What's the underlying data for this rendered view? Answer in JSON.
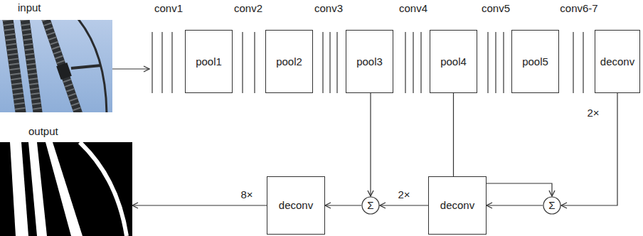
{
  "diagram": {
    "nodes": [
      {
        "text": [
          "input"
        ]
      },
      {
        "text": [
          "pool1"
        ]
      },
      {
        "text": [
          "pool2"
        ]
      },
      {
        "text": [
          "pool3"
        ]
      },
      {
        "text": [
          "pool4"
        ]
      },
      {
        "text": [
          "pool5"
        ]
      },
      {
        "text": [
          "deconv"
        ]
      },
      {
        "text": [
          "output"
        ]
      },
      {
        "text": [
          "deconv"
        ]
      },
      {
        "text": [
          "Σ"
        ]
      },
      {
        "text": [
          "deconv"
        ]
      },
      {
        "text": [
          "Σ"
        ]
      }
    ],
    "edges": [
      {
        "from": 3,
        "to": 9,
        "arrow": "to"
      },
      {
        "from": 4,
        "to": 11,
        "arrow": "to"
      },
      {
        "from": 6,
        "to": 11,
        "label": "2×",
        "arrow": "to"
      },
      {
        "from": 11,
        "to": 10,
        "arrow": "to"
      },
      {
        "from": 10,
        "to": 9,
        "label": "2×",
        "arrow": "to"
      },
      {
        "from": 9,
        "to": 8,
        "arrow": "to"
      },
      {
        "from": 8,
        "to": 7,
        "label": "8×",
        "arrow": "to"
      }
    ],
    "labels": [
      "conv1",
      "conv2",
      "conv3",
      "conv4",
      "conv5",
      "conv6-7"
    ]
  }
}
